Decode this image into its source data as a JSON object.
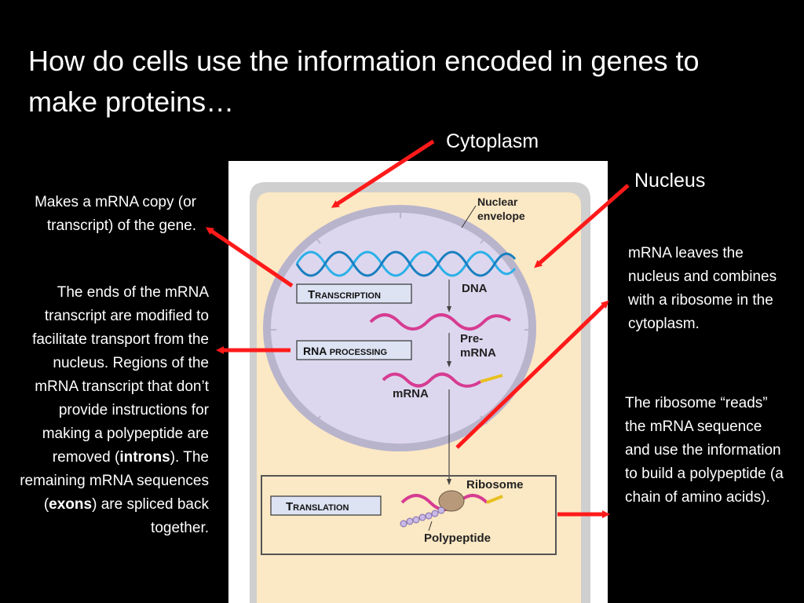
{
  "title": "How do cells use the information encoded in genes to make proteins…",
  "labels": {
    "cytoplasm": "Cytoplasm",
    "nucleus": "Nucleus"
  },
  "notes": {
    "transcript_copy": "Makes a mRNA copy (or transcript) of the gene.",
    "ends_modified_pre": "The ends of the mRNA transcript are modified to facilitate transport from the nucleus. Regions of the mRNA transcript that don’t provide instructions for making a polypeptide are removed (",
    "introns": "introns",
    "ends_modified_mid": "). The remaining mRNA sequences (",
    "exons": "exons",
    "ends_modified_post": ") are spliced back together.",
    "mrna_leaves": "mRNA leaves the nucleus and combines with a ribosome in the cytoplasm.",
    "ribosome_reads": "The ribosome “reads” the mRNA sequence and use the information to build a polypeptide (a chain of amino acids)."
  },
  "diagram": {
    "nuclear_envelope_line1": "Nuclear",
    "nuclear_envelope_line2": "envelope",
    "transcription_first": "T",
    "transcription_rest": "RANSCRIPTION",
    "dna": "DNA",
    "rna_processing_first": "RNA ",
    "rna_processing_rest": "PROCESSING",
    "pre_mrna_line1": "Pre-",
    "pre_mrna_line2": "mRNA",
    "mrna": "mRNA",
    "translation_first": "T",
    "translation_rest": "RANSLATION",
    "ribosome": "Ribosome",
    "polypeptide": "Polypeptide"
  },
  "colors": {
    "arrow": "#ff1a1a",
    "cell_fill": "#fbe8c4",
    "cell_border": "#c8c8c8",
    "nucleus_fill": "#d9d3ec",
    "dna_blue": "#2ab0e8",
    "mrna_pink": "#d63c92"
  }
}
